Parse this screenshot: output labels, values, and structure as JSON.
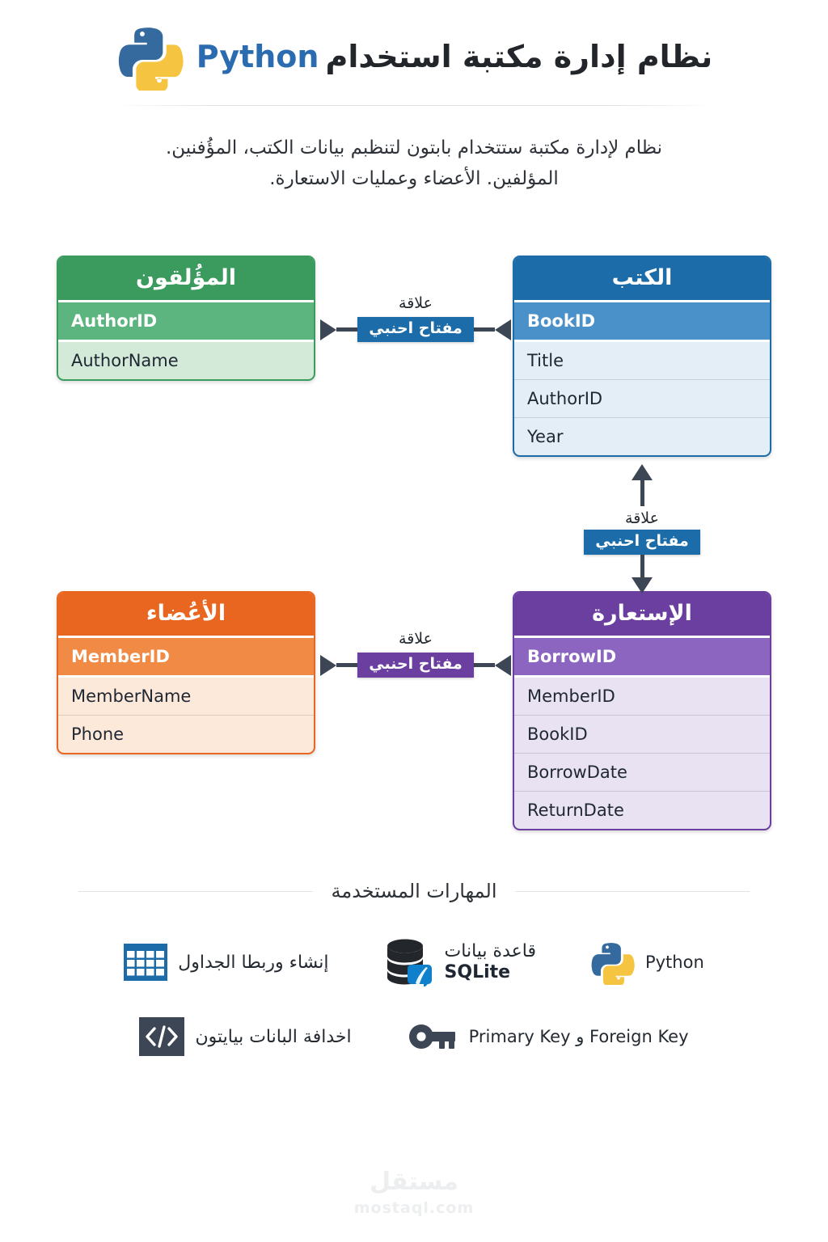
{
  "header": {
    "title_ar": "نظام إدارة مكتبة استخدام",
    "title_py": "Python",
    "logo_icon": "python-logo-icon"
  },
  "subtitle": "نظام لإدارة مكتبة ستتخدام بابتون لتنظبم بيانات الكتب، المؤُفنين. المؤلفين. الأعضاء وعمليات الاستعارة.",
  "diagram": {
    "tables": [
      {
        "id": "authors",
        "title": "المؤُلقون",
        "pk": "AuthorID",
        "fields": [
          "AuthorName"
        ],
        "color_header": "#3b9b5f",
        "color_pk": "#5cb57f",
        "color_body": "#d4ead8",
        "color_border": "#3b9b5f"
      },
      {
        "id": "books",
        "title": "الكتب",
        "pk": "BookID",
        "fields": [
          "Title",
          "AuthorID",
          "Year"
        ],
        "color_header": "#1b6ca8",
        "color_pk": "#4a90c9",
        "color_body": "#e4eef7",
        "color_border": "#1b6ca8"
      },
      {
        "id": "members",
        "title": "الأعُضاء",
        "pk": "MemberID",
        "fields": [
          "MemberName",
          "Phone"
        ],
        "color_header": "#e8661f",
        "color_pk": "#f08a44",
        "color_body": "#fde9da",
        "color_border": "#e8661f"
      },
      {
        "id": "borrow",
        "title": "الإستعارة",
        "pk": "BorrowID",
        "fields": [
          "MemberID",
          "BookID",
          "BorrowDate",
          "ReturnDate"
        ],
        "color_header": "#6b3fa0",
        "color_pk": "#8b65c0",
        "color_body": "#e8e2f2",
        "color_border": "#6b3fa0"
      }
    ],
    "relations": [
      {
        "id": "authors-books",
        "label": "علاقة",
        "chip": "مفتاح احنبي",
        "chip_color": "#1b6ca8",
        "from": "authors",
        "to": "books",
        "direction": "horizontal"
      },
      {
        "id": "books-borrow",
        "label": "علاقة",
        "chip": "مفتاح احنبي",
        "chip_color": "#1b6ca8",
        "from": "borrow",
        "to": "books",
        "direction": "vertical"
      },
      {
        "id": "members-borrow",
        "label": "علاقة",
        "chip": "مفتاح احنبي",
        "chip_color": "#6b3fa0",
        "from": "members",
        "to": "borrow",
        "direction": "horizontal"
      }
    ],
    "arrow_color": "#3c4654"
  },
  "skills": {
    "heading": "المهارات المستخدمة",
    "items": [
      {
        "id": "python",
        "icon": "python-logo-icon",
        "label": "Python",
        "label_dir": "ltr"
      },
      {
        "id": "sqlite",
        "icon": "database-icon",
        "label_line1": "قاعدة بيانات",
        "label_line2": "SQLite"
      },
      {
        "id": "tables",
        "icon": "table-grid-icon",
        "label": "إنشاء وربطا الجداول",
        "label_dir": "rtl"
      },
      {
        "id": "keys",
        "icon": "key-icon",
        "label": "Primary Key و Foreign Key",
        "label_dir": "ltr"
      },
      {
        "id": "code",
        "icon": "code-brackets-icon",
        "label": "اخدافة البانات بيايتون",
        "label_dir": "rtl"
      }
    ]
  },
  "footer": {
    "watermark_ar": "مستقل",
    "watermark_en": "mostaql.com"
  }
}
